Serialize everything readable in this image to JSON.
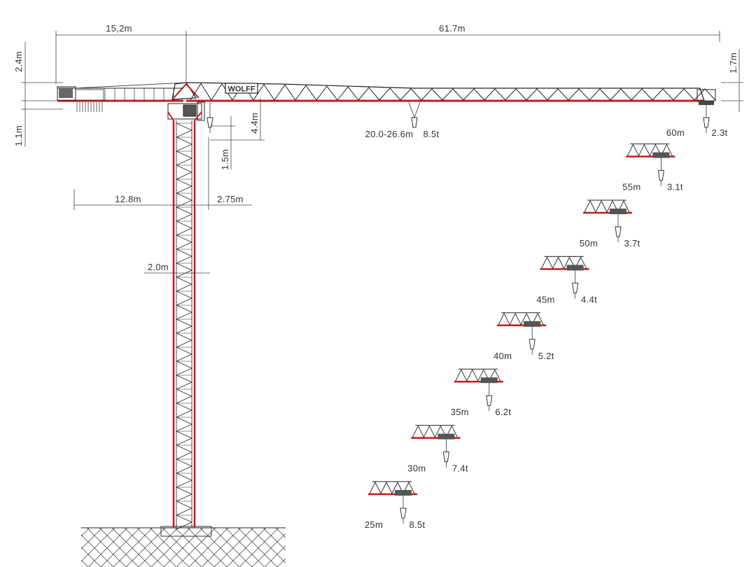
{
  "brand": {
    "name": "WOLFF",
    "color_red": "#c8191e",
    "color_black": "#222222"
  },
  "dimensions": {
    "counter_jib_length": "15,2m",
    "jib_length": "61.7m",
    "top_height_left": "2.4m",
    "base_offset_left": "1.1m",
    "tip_height": "1.7m",
    "cab_height": "4.4m",
    "cab_drop": "1.5m",
    "ballast_reach": "12.8m",
    "cab_offset": "2.75m",
    "mast_width": "2.0m",
    "max_load_radius": "20.0-26.6m",
    "max_load": "8.5t",
    "tip_radius": "60m",
    "tip_load": "2.3t"
  },
  "chart_data": {
    "type": "table",
    "title": "",
    "columns": [
      "radius",
      "load"
    ],
    "rows": [
      {
        "radius": "25m",
        "load": "8.5t"
      },
      {
        "radius": "30m",
        "load": "7.4t"
      },
      {
        "radius": "35m",
        "load": "6.2t"
      },
      {
        "radius": "40m",
        "load": "5.2t"
      },
      {
        "radius": "45m",
        "load": "4.4t"
      },
      {
        "radius": "50m",
        "load": "3.7t"
      },
      {
        "radius": "55m",
        "load": "3.1t"
      },
      {
        "radius": "60m",
        "load": "2.3t"
      }
    ]
  }
}
